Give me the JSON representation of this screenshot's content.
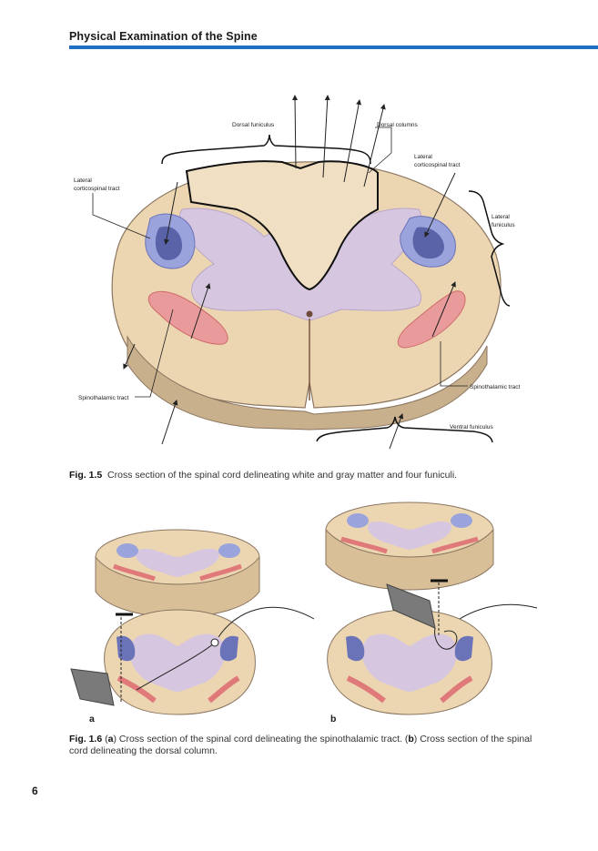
{
  "header": {
    "title": "Physical Examination of the Spine"
  },
  "figure_1_5": {
    "labels": {
      "dorsal_funiculus": "Dorsal funiculus",
      "dorsal_columns": "Dorsal columns",
      "lateral_corticospinal_left_1": "Lateral",
      "lateral_corticospinal_left_2": "corticospinal tract",
      "lateral_corticospinal_right_1": "Lateral",
      "lateral_corticospinal_right_2": "corticospinal tract",
      "lateral_funiculus_1": "Lateral",
      "lateral_funiculus_2": "funiculus",
      "spinothalamic_left": "Spinothalamic tract",
      "spinothalamic_right": "Spinothalamic tract",
      "ventral_funiculus": "Ventral funiculus"
    },
    "caption_label": "Fig. 1.5",
    "caption_text": "Cross section of the spinal cord delineating white and gray matter and four funiculi."
  },
  "figure_1_6": {
    "panel_a": "a",
    "panel_b": "b",
    "caption_label": "Fig. 1.6",
    "caption_part1": "(",
    "caption_a": "a",
    "caption_part2": ") Cross section of the spinal cord delineating the spinothalamic tract. (",
    "caption_b": "b",
    "caption_part3": ") Cross section of the spinal cord delineating the dorsal column."
  },
  "page_number": "6",
  "colors": {
    "accent_rule": "#1f6fc5",
    "white_matter": "#ecd6b2",
    "gray_matter": "#d6c6e0",
    "corticospinal": "#6b73b8",
    "spinothalamic": "#e07a7a"
  }
}
